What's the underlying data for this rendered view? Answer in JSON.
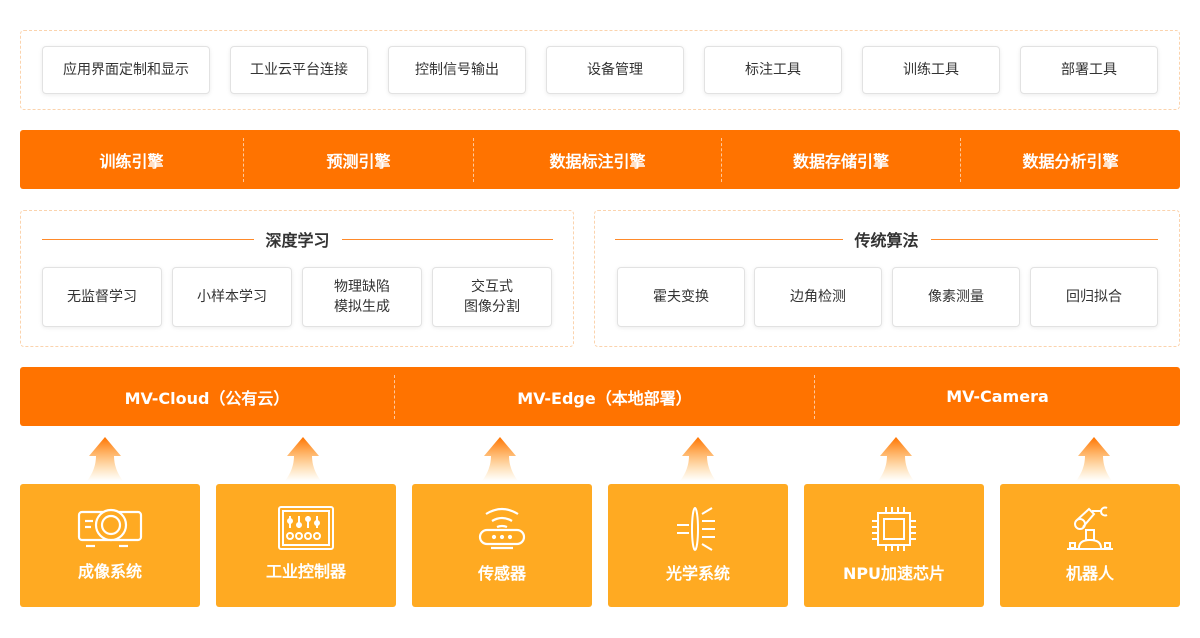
{
  "apps": [
    "应用界面定制和显示",
    "工业云平台连接",
    "控制信号输出",
    "设备管理",
    "标注工具",
    "训练工具",
    "部署工具"
  ],
  "engines": [
    "训练引擎",
    "预测引擎",
    "数据标注引擎",
    "数据存储引擎",
    "数据分析引擎"
  ],
  "deep_learning": {
    "title": "深度学习",
    "items": [
      "无监督学习",
      "小样本学习",
      "物理缺陷\n模拟生成",
      "交互式\n图像分割"
    ]
  },
  "traditional": {
    "title": "传统算法",
    "items": [
      "霍夫变换",
      "边角检测",
      "像素测量",
      "回归拟合"
    ]
  },
  "platforms": [
    "MV-Cloud（公有云）",
    "MV-Edge（本地部署）",
    "MV-Camera"
  ],
  "hardware": [
    {
      "label": "成像系统",
      "icon": "projector-camera-icon"
    },
    {
      "label": "工业控制器",
      "icon": "control-panel-icon"
    },
    {
      "label": "传感器",
      "icon": "wireless-sensor-icon"
    },
    {
      "label": "光学系统",
      "icon": "lens-icon"
    },
    {
      "label": "NPU加速芯片",
      "icon": "chip-icon"
    },
    {
      "label": "机器人",
      "icon": "robot-arm-icon"
    }
  ],
  "colors": {
    "primary": "#ff7300",
    "card": "#ffaa22",
    "dashed": "#fbd3ad"
  }
}
